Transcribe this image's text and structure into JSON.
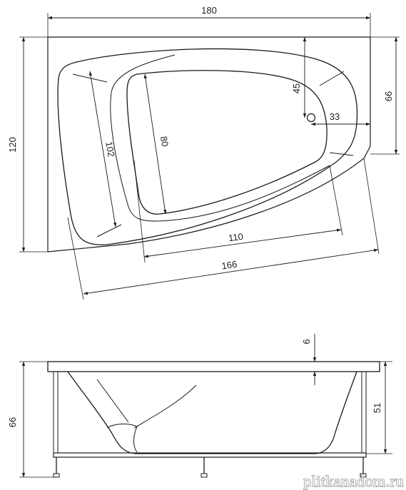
{
  "top_view": {
    "dimensions": {
      "width_total": "180",
      "depth_total": "120",
      "depth_short_side": "66",
      "diagonal_outer": "166",
      "diagonal_inner": "110",
      "side_outer": "102",
      "side_inner": "80",
      "drain_offset_top": "45",
      "drain_offset_side": "33"
    }
  },
  "side_view": {
    "dimensions": {
      "total_height": "66",
      "inner_depth": "51",
      "rim_thickness": "6"
    }
  },
  "watermark": "plitkanadom.ru"
}
